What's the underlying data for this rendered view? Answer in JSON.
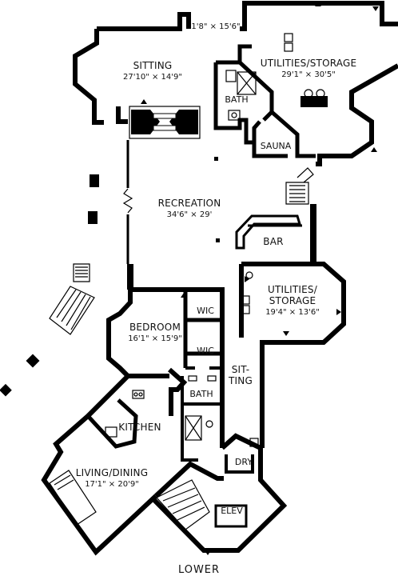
{
  "plan": {
    "level_label": "LOWER",
    "rooms": {
      "sitting_top": {
        "name": "SITTING",
        "dims": "27'10\" × 14'9\""
      },
      "utilities_top": {
        "name": "UTILITIES/STORAGE",
        "dims": "29'1\" × 30'5\""
      },
      "bath_top": {
        "name": "BATH"
      },
      "sauna": {
        "name": "SAUNA"
      },
      "recreation": {
        "name": "RECREATION",
        "dims": "34'6\" × 29'"
      },
      "bar": {
        "name": "BAR"
      },
      "utilities_mid": {
        "name_line1": "UTILITIES/",
        "name_line2": "STORAGE",
        "dims": "19'4\" × 13'6\""
      },
      "bedroom": {
        "name": "BEDROOM",
        "dims": "16'1\" × 15'9\""
      },
      "wic_1": {
        "name": "WIC"
      },
      "wic_2": {
        "name": "WIC"
      },
      "sitting_mid": {
        "name_line1": "SIT-",
        "name_line2": "TING"
      },
      "bath_mid": {
        "name": "BATH"
      },
      "kitchen": {
        "name": "KITCHEN"
      },
      "living_dining": {
        "name": "LIVING/DINING",
        "dims": "17'1\" × 20'9\""
      },
      "dry": {
        "name": "DRY"
      },
      "elev": {
        "name": "ELEV"
      }
    },
    "corridor_dims": "1'8\" × 15'6\""
  }
}
